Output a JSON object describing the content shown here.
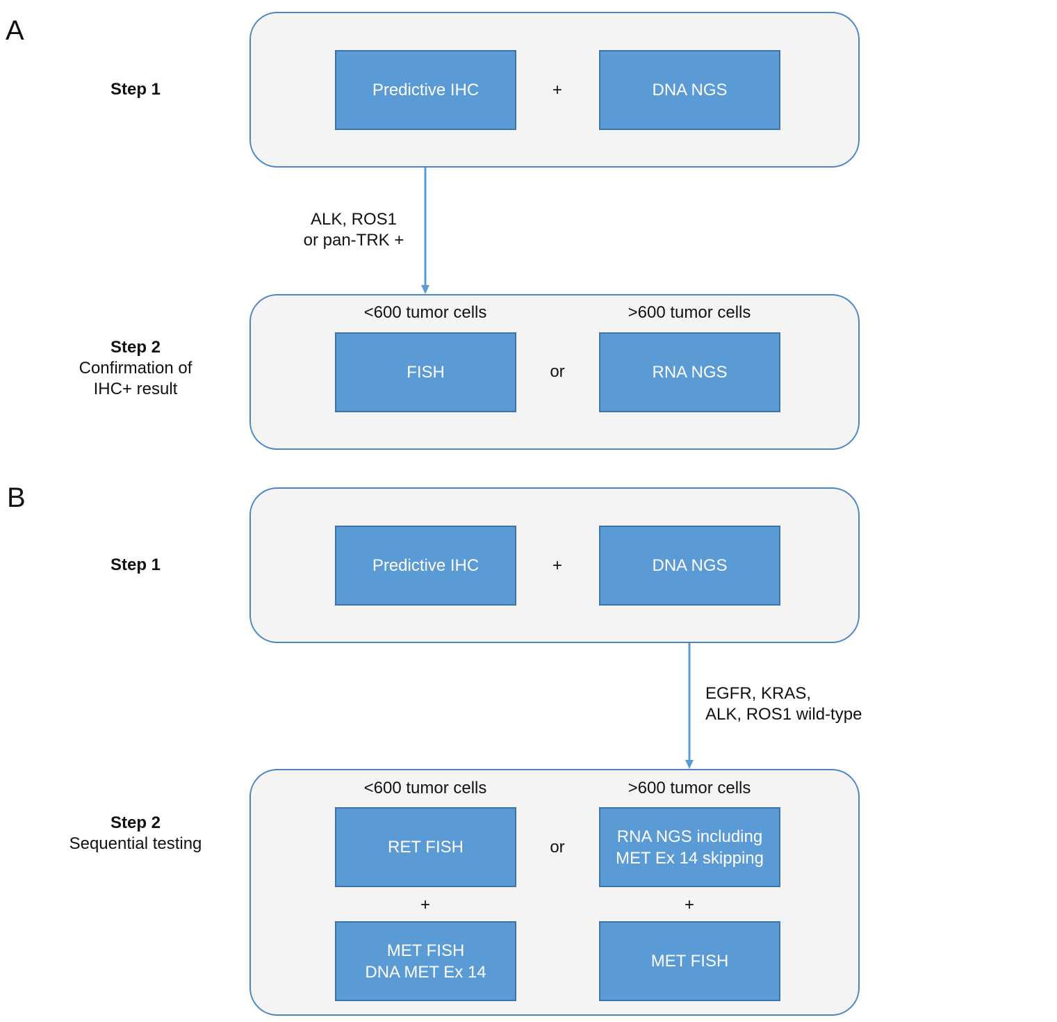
{
  "panel_a": {
    "letter": "A",
    "step1": {
      "title": "Step 1",
      "left_box": "Predictive IHC",
      "joiner": "+",
      "right_box": "DNA NGS"
    },
    "arrow_label": "ALK, ROS1\nor pan-TRK +",
    "step2": {
      "title": "Step 2",
      "subtitle": "Confirmation of\nIHC+ result",
      "left_header": "<600 tumor cells",
      "right_header": ">600 tumor cells",
      "left_box": "FISH",
      "joiner": "or",
      "right_box": "RNA NGS"
    }
  },
  "panel_b": {
    "letter": "B",
    "step1": {
      "title": "Step 1",
      "left_box": "Predictive IHC",
      "joiner": "+",
      "right_box": "DNA NGS"
    },
    "arrow_label": "EGFR, KRAS,\nALK, ROS1 wild-type",
    "step2": {
      "title": "Step 2",
      "subtitle": "Sequential testing",
      "left_header": "<600 tumor cells",
      "right_header": ">600 tumor cells",
      "left_box_top": "RET FISH",
      "joiner": "or",
      "right_box_top": "RNA NGS including\nMET Ex 14 skipping",
      "left_plus": "+",
      "right_plus": "+",
      "left_box_bottom": "MET FISH\nDNA MET Ex 14",
      "right_box_bottom": "MET FISH"
    }
  },
  "colors": {
    "box_fill": "#5b9bd5",
    "box_border": "#3f74ab",
    "container_fill": "#f4f4f4",
    "container_border": "#4a86c5",
    "arrow": "#5b9bd5"
  }
}
